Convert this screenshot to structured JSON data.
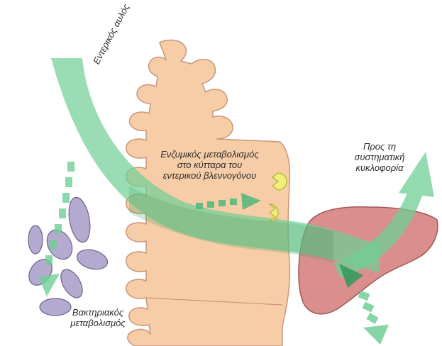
{
  "labels": {
    "lumen": "Εντερικός αυλός",
    "enzyme_l1": "Ενζυμικός μεταβολισμός",
    "enzyme_l2": "στο κύτταρα του",
    "enzyme_l3": "εντερικού βλεννογόνου",
    "circ_l1": "Προς τη",
    "circ_l2": "συστηματική",
    "circ_l3": "κυκλοφορία",
    "bact_l1": "Βακτηριακός",
    "bact_l2": "μεταβολισμός"
  },
  "colors": {
    "mucosa": "#f7cda8",
    "mucosa_edge": "#c9957a",
    "arrow": "#6fcf95",
    "arrow_dark": "#2f9a5c",
    "liver": "#d98a86",
    "liver_edge": "#9a4f52",
    "bacteria": "#b4a9cf",
    "bacteria_edge": "#6b6290",
    "enzyme": "#eef07a",
    "enzyme_edge": "#b3b12b"
  }
}
